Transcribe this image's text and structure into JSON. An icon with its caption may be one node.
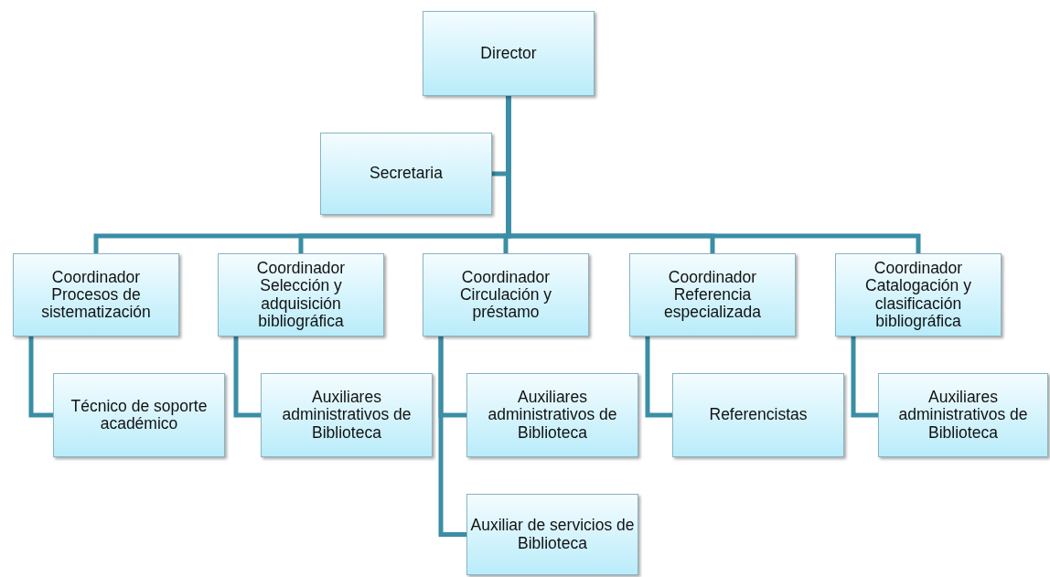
{
  "diagram": {
    "nodes": [
      {
        "text": [
          "Director"
        ]
      },
      {
        "text": [
          "Secretaria"
        ]
      },
      {
        "text": [
          "Coordinador Procesos de sistematización"
        ]
      },
      {
        "text": [
          "Coordinador Selección y adquisición bibliográfica"
        ]
      },
      {
        "text": [
          "Coordinador Circulación y préstamo"
        ]
      },
      {
        "text": [
          "Coordinador Referencia especializada"
        ]
      },
      {
        "text": [
          "Coordinador Catalogación y clasificación bibliográfica"
        ]
      },
      {
        "text": [
          "Técnico de soporte académico"
        ]
      },
      {
        "text": [
          "Auxiliares administrativos de Biblioteca"
        ]
      },
      {
        "text": [
          "Auxiliares administrativos de Biblioteca"
        ]
      },
      {
        "text": [
          "Referencistas"
        ]
      },
      {
        "text": [
          "Auxiliares administrativos de Biblioteca"
        ]
      },
      {
        "text": [
          "Auxiliar de servicios de Biblioteca"
        ]
      }
    ],
    "edges": [
      {
        "from": 0,
        "to": 1,
        "arrow": "none"
      },
      {
        "from": 0,
        "to": 2,
        "arrow": "none"
      },
      {
        "from": 0,
        "to": 3,
        "arrow": "none"
      },
      {
        "from": 0,
        "to": 4,
        "arrow": "none"
      },
      {
        "from": 0,
        "to": 5,
        "arrow": "none"
      },
      {
        "from": 0,
        "to": 6,
        "arrow": "none"
      },
      {
        "from": 2,
        "to": 7,
        "arrow": "none"
      },
      {
        "from": 3,
        "to": 8,
        "arrow": "none"
      },
      {
        "from": 4,
        "to": 9,
        "arrow": "none"
      },
      {
        "from": 5,
        "to": 10,
        "arrow": "none"
      },
      {
        "from": 6,
        "to": 11,
        "arrow": "none"
      },
      {
        "from": 4,
        "to": 12,
        "arrow": "none"
      }
    ]
  }
}
